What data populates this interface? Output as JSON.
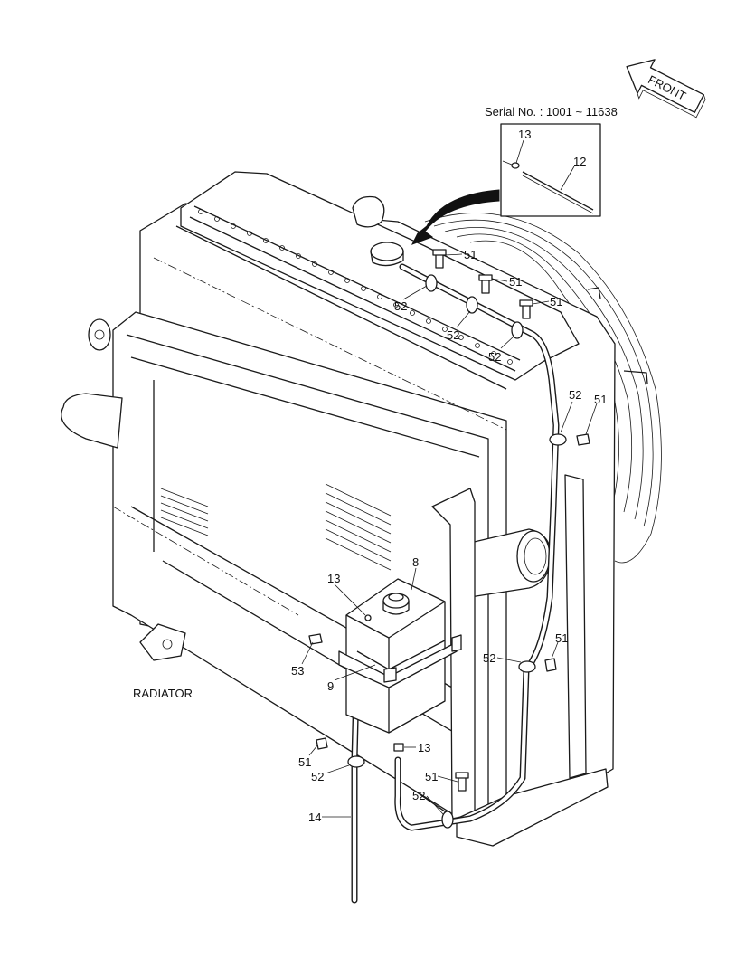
{
  "serial_caption": "Serial No. : 1001 ~ 11638",
  "front_arrow_label": "FRONT",
  "assembly_title": "RADIATOR",
  "part_labels": {
    "inset_13": "13",
    "inset_12": "12",
    "top_51_a": "51",
    "top_52_a": "52",
    "top_51_b": "51",
    "top_52_b": "52",
    "top_51_c": "51",
    "top_52_c": "52",
    "right_52": "52",
    "right_51": "51",
    "tank_13": "13",
    "tank_8": "8",
    "bolt_53": "53",
    "bracket_9": "9",
    "mid_52": "52",
    "mid_51": "51",
    "drain_13": "13",
    "low_51_left": "51",
    "low_52_left": "52",
    "low_51_right": "51",
    "low_52_right": "52",
    "hose_14": "14"
  }
}
